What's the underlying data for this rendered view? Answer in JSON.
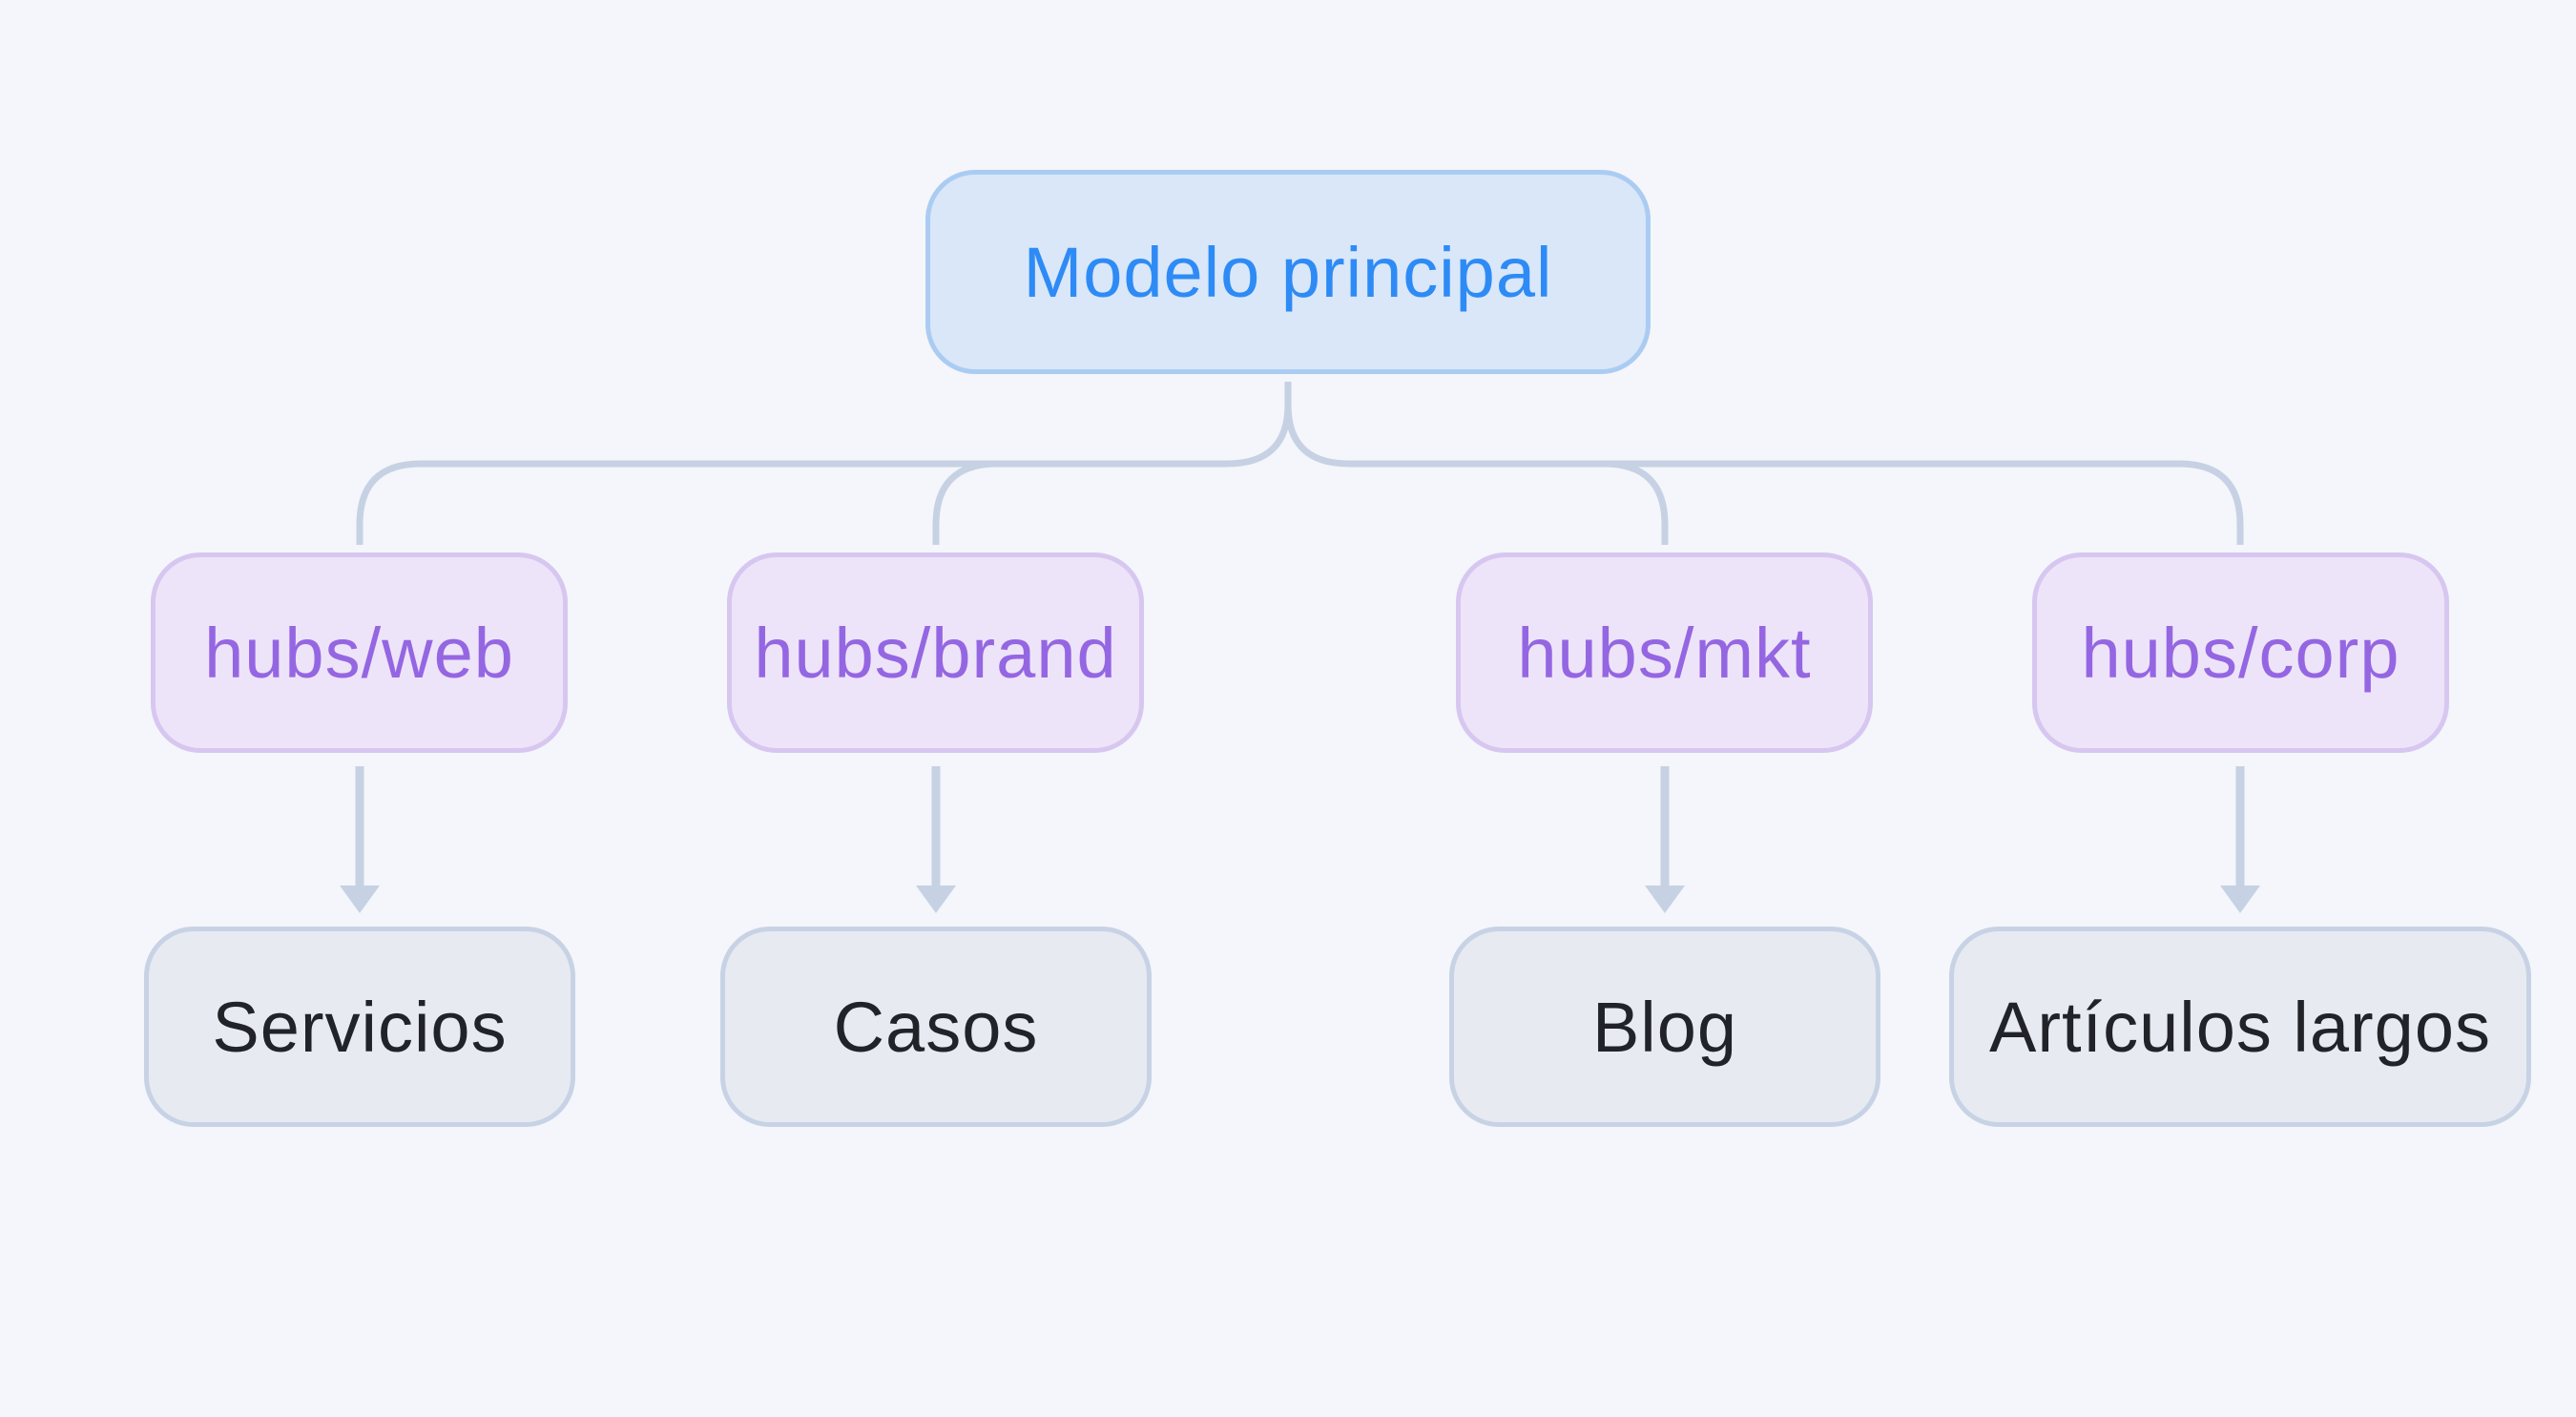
{
  "diagram": {
    "root_label": "Modelo principal",
    "columns": [
      {
        "hub": "hubs/web",
        "leaf": "Servicios"
      },
      {
        "hub": "hubs/brand",
        "leaf": "Casos"
      },
      {
        "hub": "hubs/mkt",
        "leaf": "Blog"
      },
      {
        "hub": "hubs/corp",
        "leaf": "Artículos largos"
      }
    ],
    "colors": {
      "bg": "#f4f6fb",
      "root-fill": "#d9e7f9",
      "root-border": "#abccf2",
      "root-text": "#2e8bf5",
      "hub-fill": "#ede4f9",
      "hub-border": "#d7c7f0",
      "hub-text": "#9566e2",
      "leaf-fill": "#e8eaf2",
      "leaf-border": "#c7d3e5",
      "leaf-text": "#212329",
      "connector": "#c6d2e3"
    }
  }
}
